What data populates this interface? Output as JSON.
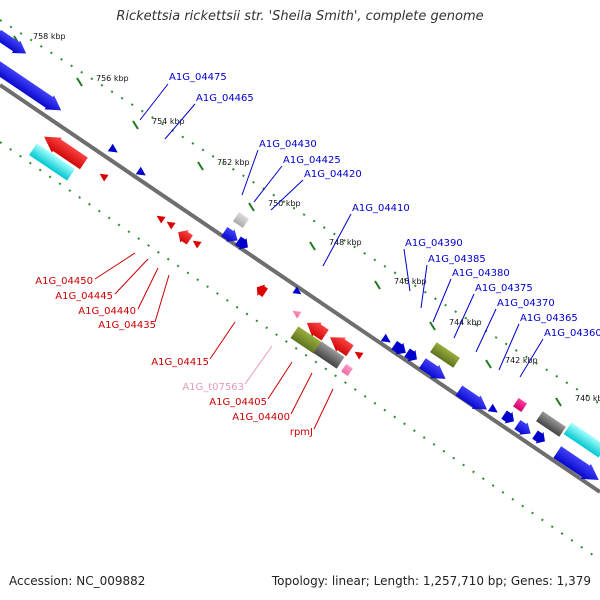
{
  "title": "Rickettsia rickettsii str. 'Sheila Smith', complete genome",
  "footer": {
    "accession": "Accession: NC_009882",
    "summary": "Topology: linear; Length: 1,257,710 bp; Genes: 1,379"
  },
  "colors": {
    "forward_label": "#0000cc",
    "reverse_label": "#cc0000",
    "trna_label": "#e899c0",
    "tick_mark": "#2e8b2e",
    "backbone": "#808080"
  },
  "scale_ticks": [
    "758 kbp",
    "756 kbp",
    "754 kbp",
    "752 kbp",
    "750 kbp",
    "748 kbp",
    "746 kbp",
    "744 kbp",
    "742 kbp",
    "740 kbp"
  ],
  "forward_genes": [
    "A1G_04475",
    "A1G_04465",
    "A1G_04430",
    "A1G_04425",
    "A1G_04420",
    "A1G_04410",
    "A1G_04390",
    "A1G_04385",
    "A1G_04380",
    "A1G_04375",
    "A1G_04370",
    "A1G_04365",
    "A1G_04360"
  ],
  "reverse_genes": [
    "A1G_04450",
    "A1G_04445",
    "A1G_04440",
    "A1G_04435",
    "A1G_04415",
    "A1G_t07563",
    "A1G_04405",
    "A1G_04400",
    "rpmJ"
  ]
}
